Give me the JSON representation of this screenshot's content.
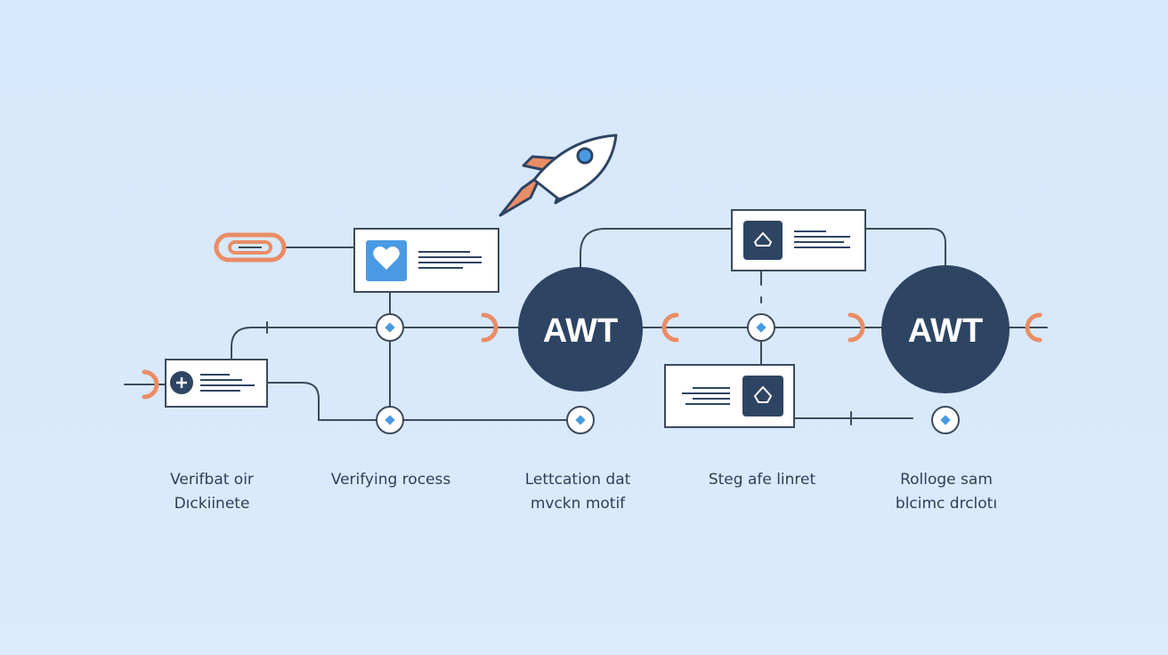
{
  "colors": {
    "background": "#d8e9fb",
    "navy": "#2e4463",
    "line": "#3d4a5c",
    "accent_orange": "#e98d66",
    "accent_blue": "#4a9ae3",
    "card": "#ffffff"
  },
  "icons": [
    "rocket-icon",
    "link-icon",
    "heart-icon",
    "plus-icon",
    "shape-icon",
    "c-connector-icon"
  ],
  "hubs": [
    {
      "label": "AWT"
    },
    {
      "label": "AWT"
    }
  ],
  "captions": [
    {
      "line1": "Verifbat oir",
      "line2": "Dıckiinete"
    },
    {
      "line1": "Verifying rocess",
      "line2": ""
    },
    {
      "line1": "Lettcation dat",
      "line2": "mvckn motif"
    },
    {
      "line1": "Steg afe linret",
      "line2": ""
    },
    {
      "line1": "Rolloge sam",
      "line2": "blcimc drclotı"
    }
  ]
}
